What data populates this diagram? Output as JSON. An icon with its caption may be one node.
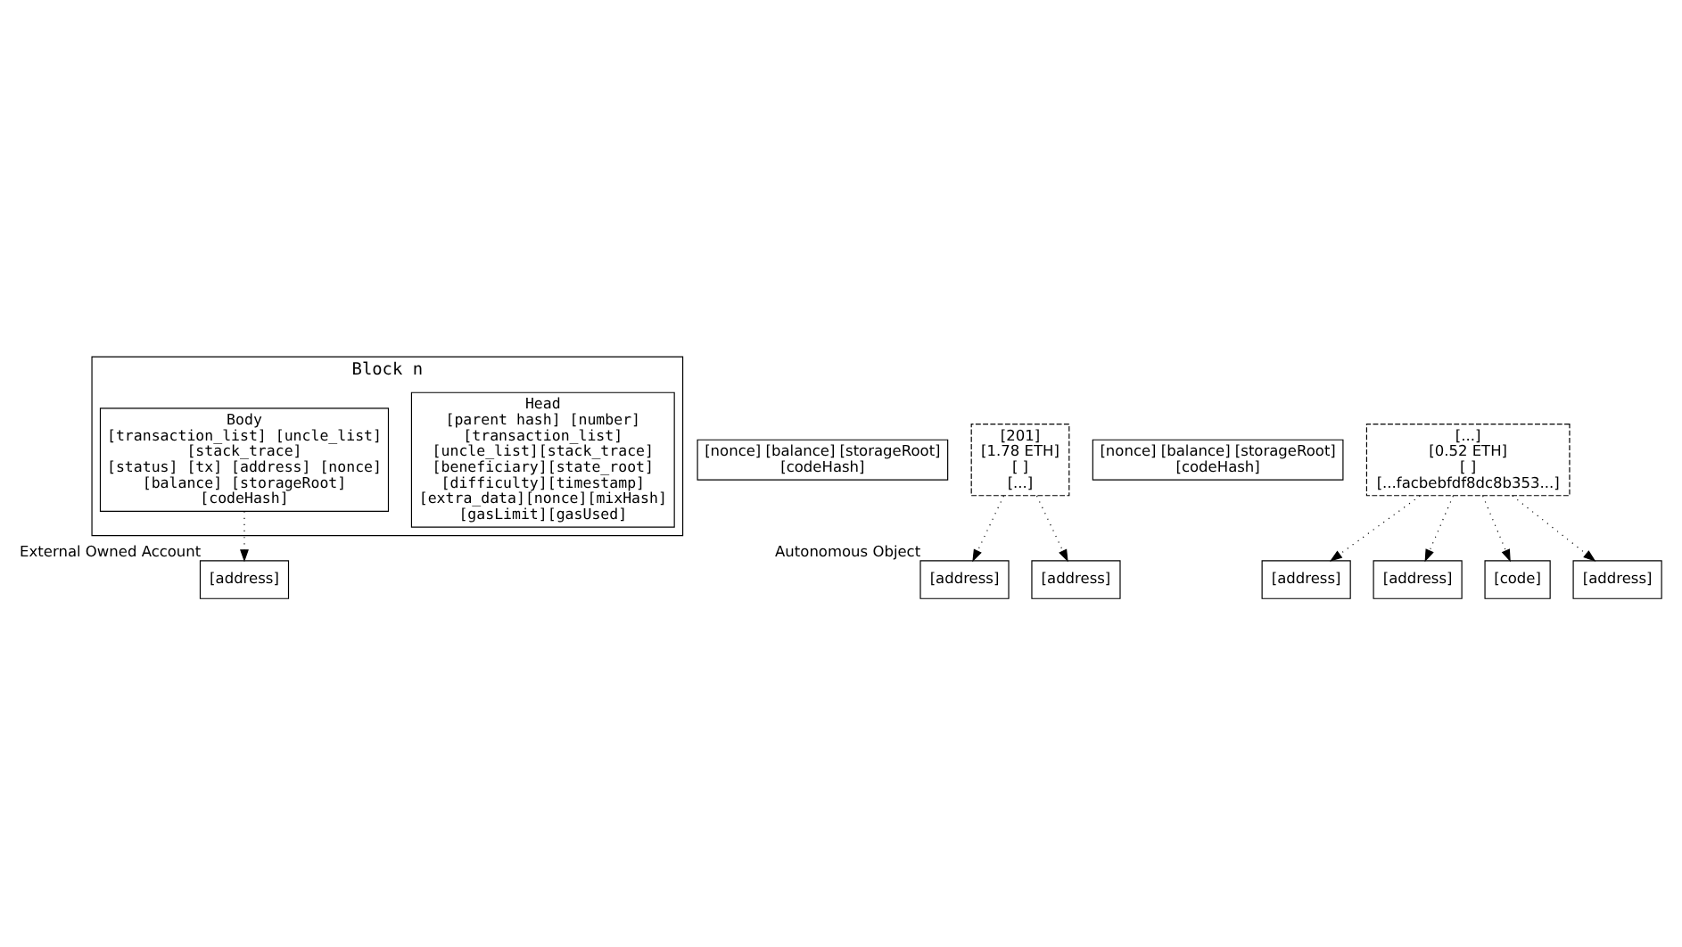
{
  "diagram": {
    "nodes": [
      {
        "text": [
          "Block n"
        ]
      },
      {
        "text": [
          "Head",
          "[parent hash] [number]",
          "[transaction_list] [uncle_list][stack_trace] [beneficiary][state_root] [difficulty][timestamp] [extra_data][nonce][mixHash] [gasLimit][gasUsed]"
        ],
        "in": 0
      },
      {
        "text": [
          "Body",
          "[transaction_list] [uncle_list] [stack_trace]",
          "[status] [tx] [address] [nonce] [balance] [storageRoot] [codeHash]"
        ],
        "in": 0
      },
      {
        "text": [
          "[address]"
        ],
        "beside": [
          "External Owned Account"
        ]
      },
      {
        "text": [
          "[nonce] [balance] [storageRoot] [codeHash]"
        ]
      },
      {
        "text": [
          "[201]",
          "[1.78 ETH]",
          "[ ]",
          "[...]"
        ]
      },
      {
        "text": [
          "[address]"
        ],
        "beside": [
          "Autonomous Object"
        ]
      },
      {
        "text": [
          "[address]"
        ]
      },
      {
        "text": [
          "[nonce] [balance] [storageRoot] [codeHash]"
        ]
      },
      {
        "text": [
          "[...]",
          "[0.52 ETH]",
          "[ ]",
          "[...facbebfdf8dc8b353...]"
        ]
      },
      {
        "text": [
          "[address]"
        ]
      },
      {
        "text": [
          "[address]"
        ]
      },
      {
        "text": [
          "[code]"
        ]
      },
      {
        "text": [
          "[address]"
        ]
      }
    ],
    "edges": [
      {
        "from": 2,
        "to": 3,
        "arrow": "to"
      },
      {
        "from": 5,
        "to": 6,
        "arrow": "to"
      },
      {
        "from": 5,
        "to": 7,
        "arrow": "to"
      },
      {
        "from": 9,
        "to": 10,
        "arrow": "to"
      },
      {
        "from": 9,
        "to": 11,
        "arrow": "to"
      },
      {
        "from": 9,
        "to": 12,
        "arrow": "to"
      },
      {
        "from": 9,
        "to": 13,
        "arrow": "to"
      }
    ]
  }
}
